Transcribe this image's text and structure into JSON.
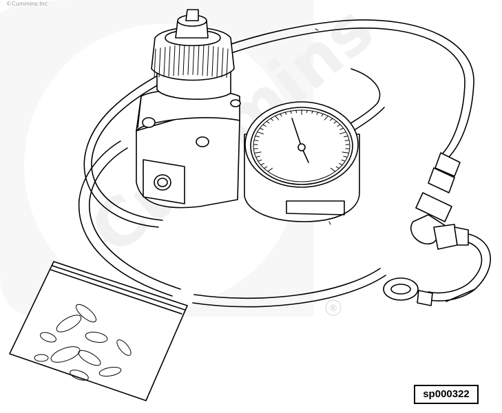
{
  "copyright": "©Cummins Inc",
  "watermark_text": "Cummins",
  "registered_mark": "®",
  "figure_id": "sp000322",
  "colors": {
    "line": "#000000",
    "watermark": "#f1f1f1",
    "background": "#ffffff"
  }
}
